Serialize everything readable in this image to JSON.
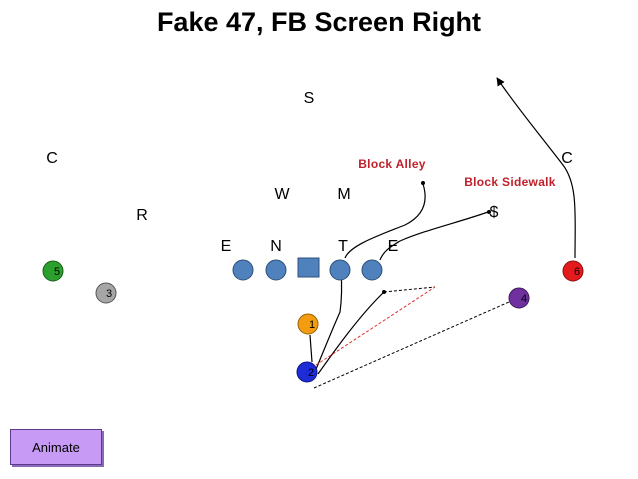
{
  "title": "Fake 47, FB Screen Right",
  "defense": {
    "safety": "S",
    "corner_left": "C",
    "corner_right": "C",
    "will": "W",
    "mike": "M",
    "rover": "R",
    "end_left": "E",
    "nose": "N",
    "tackle": "T",
    "end_right": "E",
    "dollar": "$"
  },
  "notes": {
    "block_alley": "Block Alley",
    "block_sidewalk": "Block Sidewalk"
  },
  "offense": {
    "p5": "5",
    "p3": "3",
    "p1": "1",
    "p2": "2",
    "p4": "4",
    "p6": "6"
  },
  "colors": {
    "lineman": "#4f81bd",
    "center": "#4f81bd",
    "p5": "#2ca02c",
    "p3": "#a6a6a6",
    "p1": "#f39c12",
    "p2": "#1f2bd6",
    "p4": "#7030a0",
    "p6": "#e41a1c"
  },
  "controls": {
    "animate_label": "Animate"
  }
}
